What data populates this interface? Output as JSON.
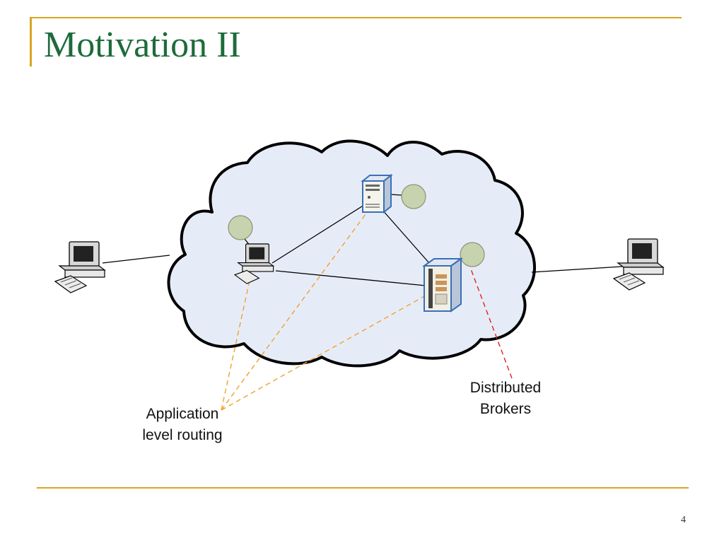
{
  "slide": {
    "title": "Motivation II",
    "page_number": "4"
  },
  "labels": {
    "routing_line1": "Application",
    "routing_line2": "level routing",
    "brokers_line1": "Distributed",
    "brokers_line2": "Brokers"
  },
  "colors": {
    "title": "#1e6b3c",
    "accent": "#d9a520",
    "cloud_fill": "#e6ecf7",
    "broker_node": "#c7d2ae",
    "routing_dash": "#f0a030",
    "broker_dash": "#e02020"
  },
  "icons": [
    "desktop-computer-icon",
    "tower-server-icon",
    "rack-server-icon",
    "broker-node-icon"
  ]
}
